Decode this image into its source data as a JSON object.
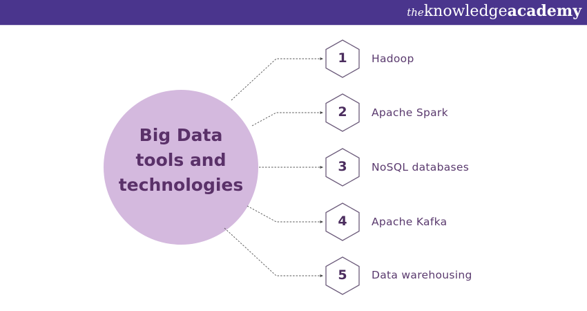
{
  "header": {
    "brand_the": "the",
    "brand_knowledge": "knowledge",
    "brand_academy": "academy",
    "background_color": "#4a358d"
  },
  "center": {
    "lines": [
      "Big Data",
      "tools and",
      "technologies"
    ],
    "fill_color": "#d4b9de",
    "text_color": "#5a3169"
  },
  "items": [
    {
      "number": "1",
      "label": "Hadoop"
    },
    {
      "number": "2",
      "label": "Apache Spark"
    },
    {
      "number": "3",
      "label": "NoSQL databases"
    },
    {
      "number": "4",
      "label": "Apache Kafka"
    },
    {
      "number": "5",
      "label": "Data warehousing"
    }
  ]
}
